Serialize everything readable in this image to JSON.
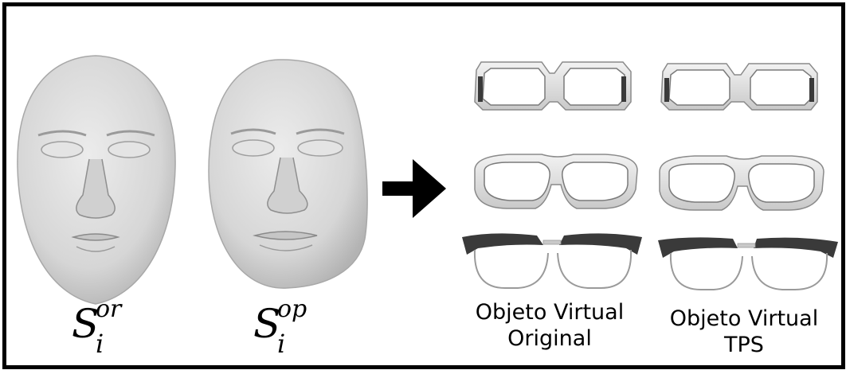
{
  "faces": [
    {
      "symbol": "S",
      "superscript": "or",
      "subscript": "i"
    },
    {
      "symbol": "S",
      "superscript": "op",
      "subscript": "i"
    }
  ],
  "arrow_icon": "right-arrow-icon",
  "captions": [
    {
      "line1": "Objeto Virtual",
      "line2": "Original"
    },
    {
      "line1": "Objeto Virtual",
      "line2": "TPS"
    }
  ],
  "colors": {
    "face_fill": "#d9d9d9",
    "face_shadow": "#b8b8b8",
    "glasses_fill": "#e6e6e6",
    "glasses_dark": "#3a3a3a",
    "frame": "#000000"
  }
}
